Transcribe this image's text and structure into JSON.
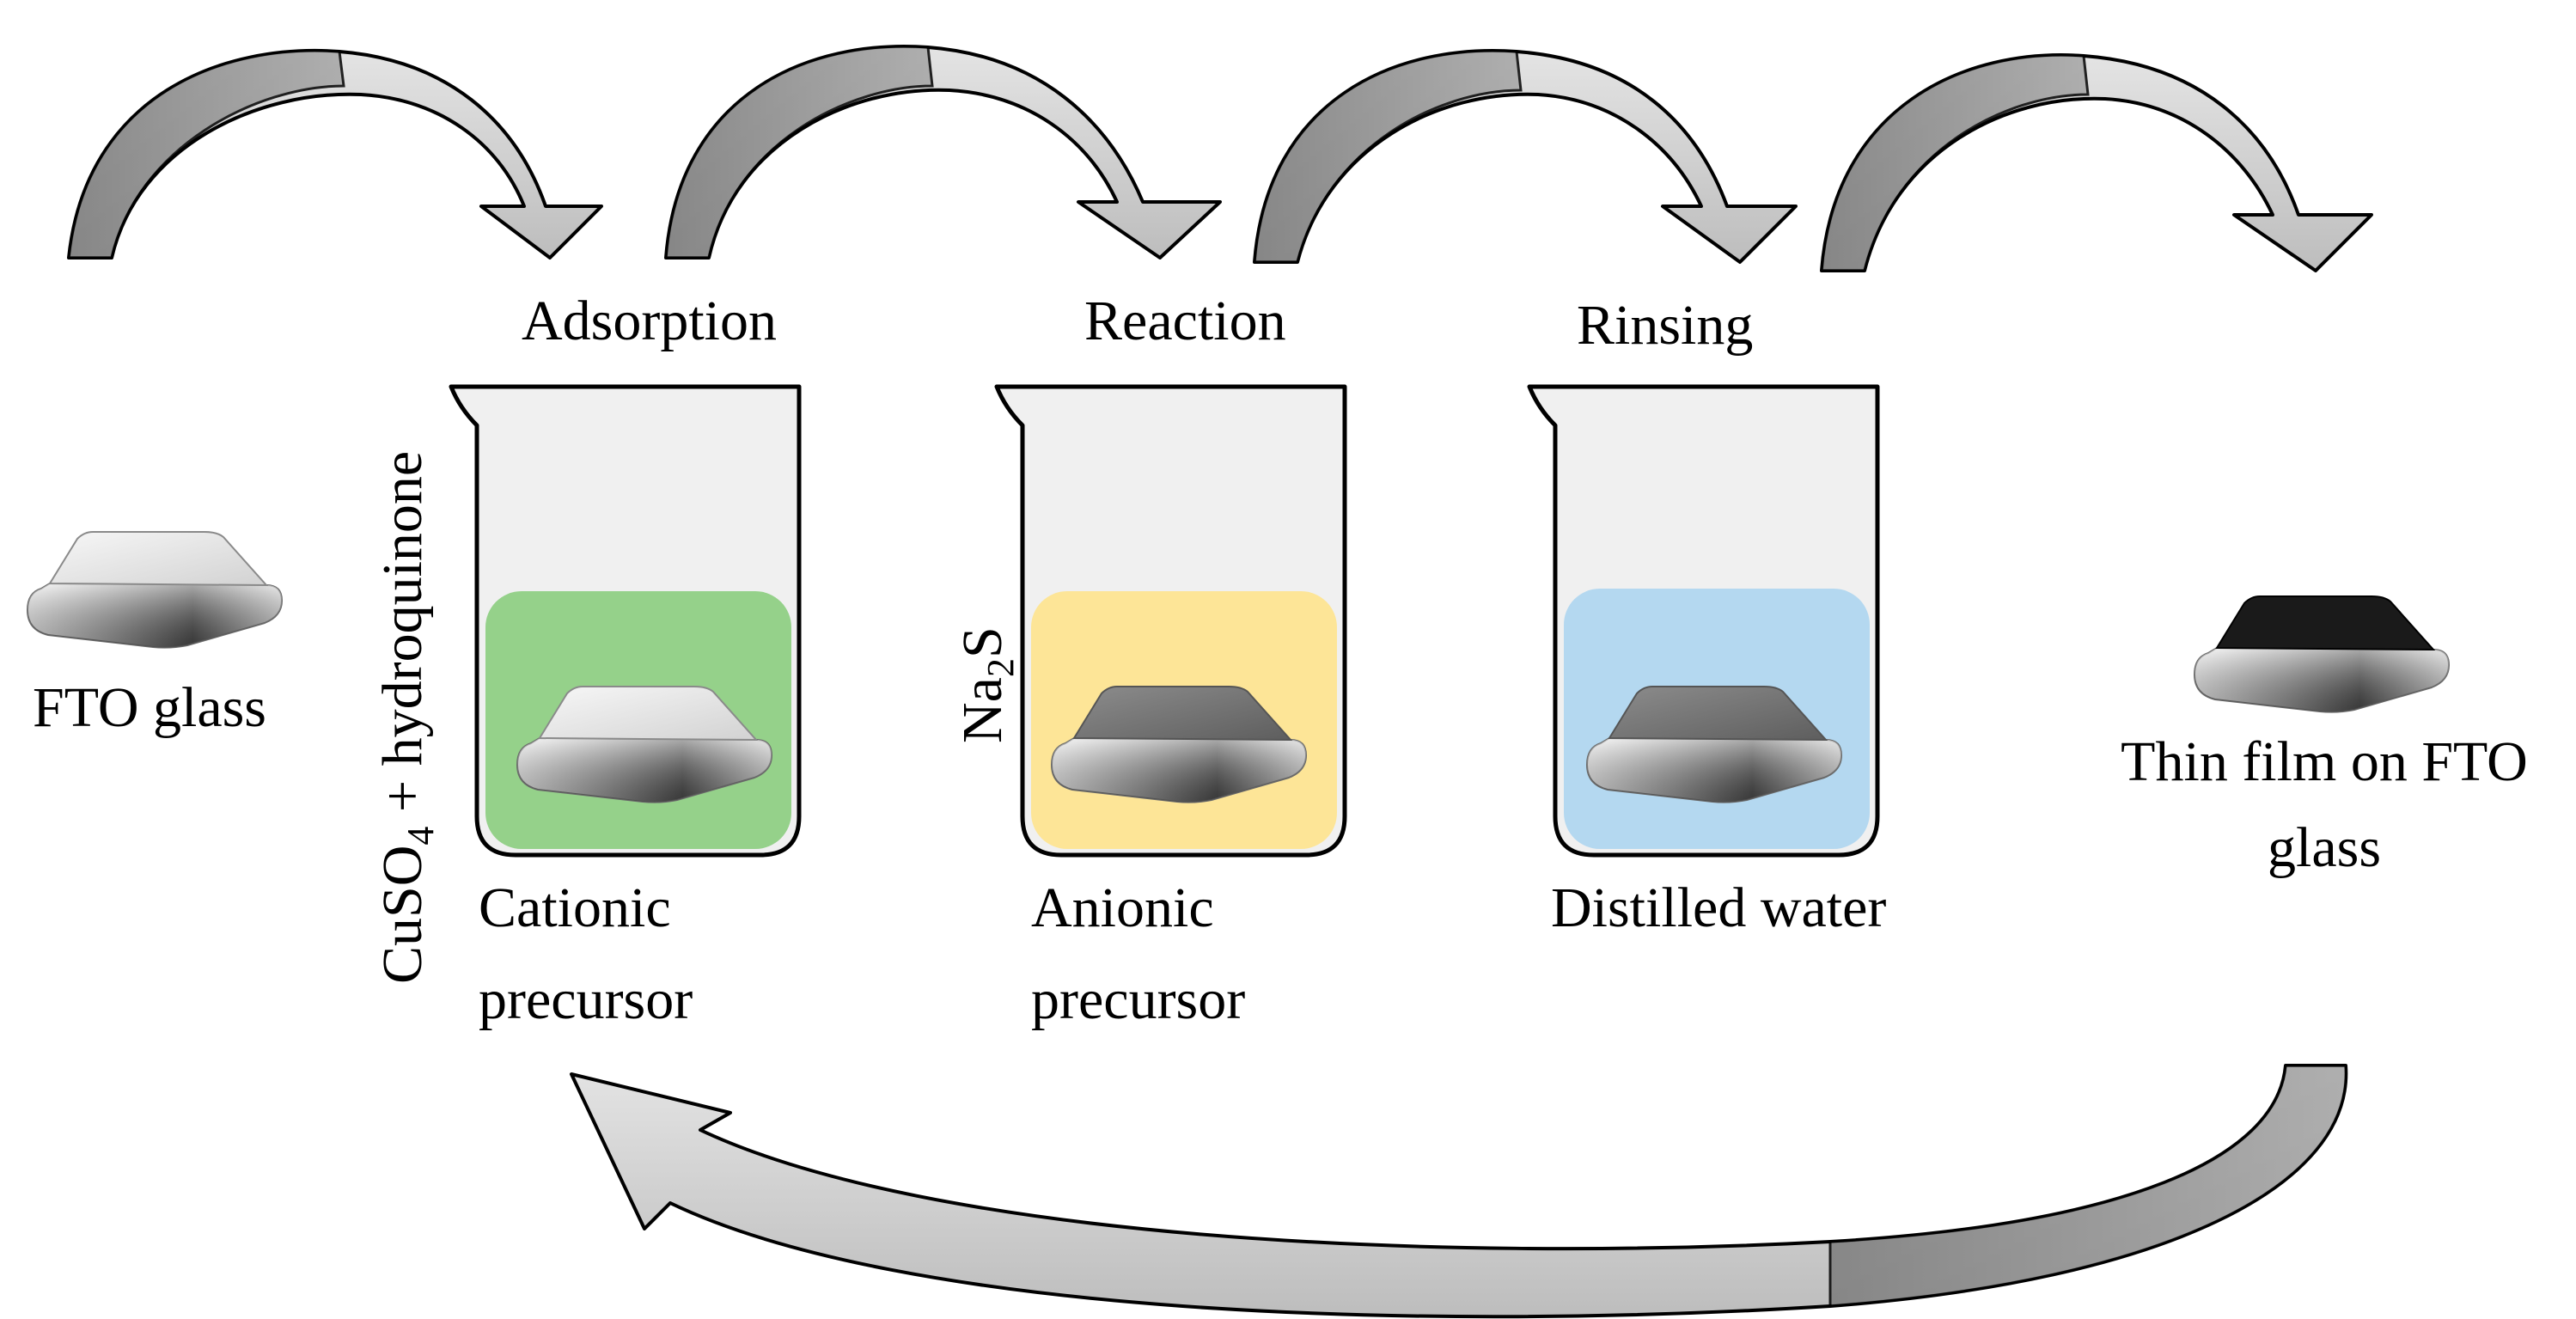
{
  "labels": {
    "fto_glass": "FTO glass",
    "thin_film_line1": "Thin film on FTO",
    "thin_film_line2": "glass",
    "steps": {
      "adsorption": "Adsorption",
      "reaction": "Reaction",
      "rinsing": "Rinsing"
    },
    "beakers": {
      "cationic": {
        "line1": "Cationic",
        "line2": "precursor",
        "reagent_prefix": "CuSO",
        "reagent_subscript": "4",
        "reagent_suffix": " + hydroquinone"
      },
      "anionic": {
        "line1": "Anionic",
        "line2": "precursor",
        "reagent_prefix": "Na",
        "reagent_subscript": "2",
        "reagent_suffix": "S"
      },
      "rinse": {
        "line1": "Distilled water"
      }
    }
  },
  "colors": {
    "cationic_solution": "#95d18a",
    "anionic_solution": "#fde597",
    "rinse_solution": "#b4d8f0",
    "beaker_fill": "#f0f0f0",
    "arrow_fill_light": "#d9d9d9",
    "arrow_fill_dark": "#8f8f8f",
    "film_top": "#1a1a1a"
  }
}
